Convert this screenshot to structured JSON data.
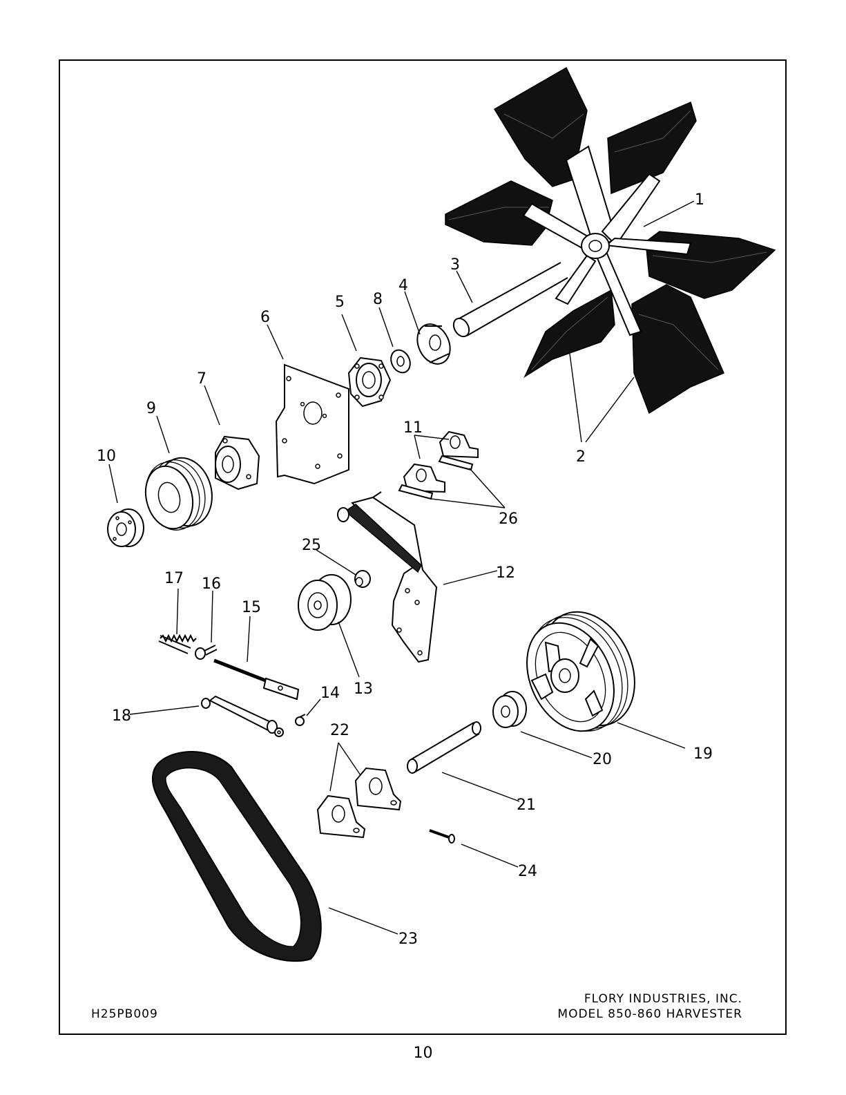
{
  "figure": {
    "drawing_number": "H25PB009",
    "company": "FLORY INDUSTRIES, INC.",
    "model": "MODEL 850-860 HARVESTER",
    "page_number": "10"
  },
  "callouts": [
    {
      "id": "1",
      "label": "1"
    },
    {
      "id": "2",
      "label": "2"
    },
    {
      "id": "3",
      "label": "3"
    },
    {
      "id": "4",
      "label": "4"
    },
    {
      "id": "5",
      "label": "5"
    },
    {
      "id": "6",
      "label": "6"
    },
    {
      "id": "7",
      "label": "7"
    },
    {
      "id": "8",
      "label": "8"
    },
    {
      "id": "9",
      "label": "9"
    },
    {
      "id": "10",
      "label": "10"
    },
    {
      "id": "11",
      "label": "11"
    },
    {
      "id": "12",
      "label": "12"
    },
    {
      "id": "13",
      "label": "13"
    },
    {
      "id": "14",
      "label": "14"
    },
    {
      "id": "15",
      "label": "15"
    },
    {
      "id": "16",
      "label": "16"
    },
    {
      "id": "17",
      "label": "17"
    },
    {
      "id": "18",
      "label": "18"
    },
    {
      "id": "19",
      "label": "19"
    },
    {
      "id": "20",
      "label": "20"
    },
    {
      "id": "21",
      "label": "21"
    },
    {
      "id": "22",
      "label": "22"
    },
    {
      "id": "23",
      "label": "23"
    },
    {
      "id": "24",
      "label": "24"
    },
    {
      "id": "25",
      "label": "25"
    },
    {
      "id": "26",
      "label": "26"
    }
  ]
}
